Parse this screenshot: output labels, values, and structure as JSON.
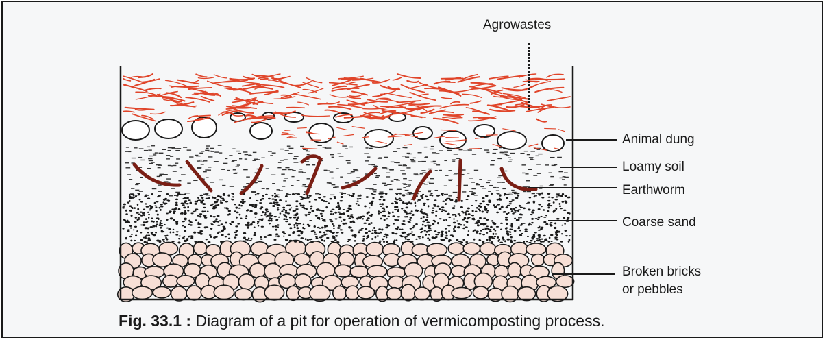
{
  "diagram": {
    "labels": {
      "agrowastes": "Agrowastes",
      "animal_dung": "Animal dung",
      "loamy_soil": "Loamy soil",
      "earthworm": "Earthworm",
      "coarse_sand": "Coarse sand",
      "broken_bricks_line1": "Broken bricks",
      "broken_bricks_line2": "or pebbles"
    },
    "caption": {
      "figure_number": "Fig. 33.1 :",
      "text": " Diagram of a pit for operation of vermicomposting process."
    },
    "colors": {
      "agrowaste_stroke": "#e0452a",
      "earthworm": "#7a1e14",
      "outline": "#1a1a1a",
      "brick_fill": "#f7dfd6",
      "background": "#f6f7f8"
    }
  }
}
